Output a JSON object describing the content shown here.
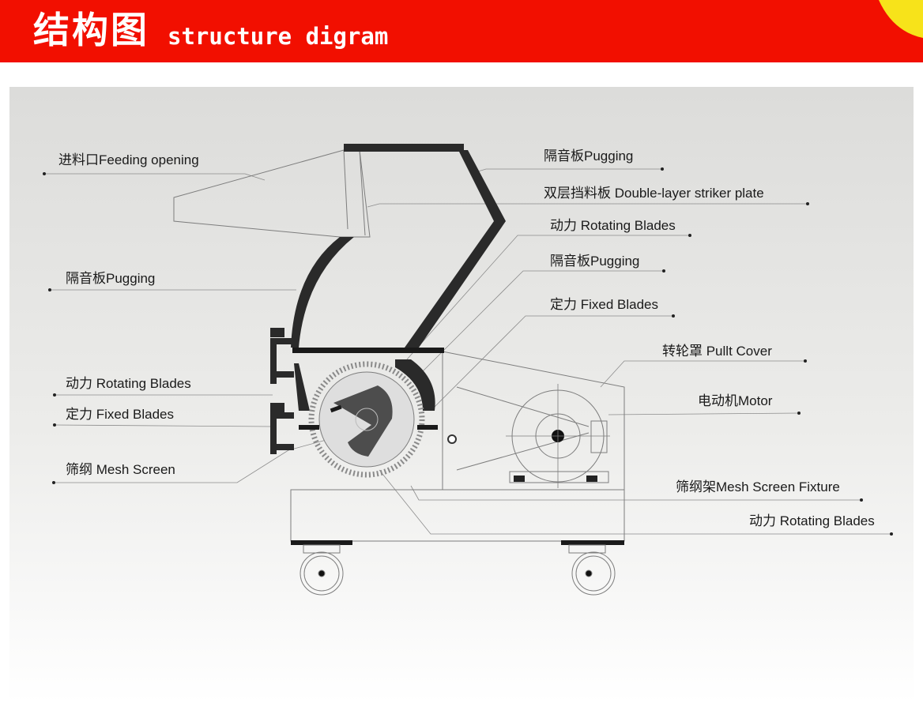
{
  "header": {
    "title_cn": "结构图",
    "title_en": "structure digram",
    "background_color": "#f20f00",
    "corner_color": "#f7e31a"
  },
  "labels": {
    "feeding_opening": "进料口Feeding opening",
    "pugging_top": "隔音板Pugging",
    "double_layer": "双层挡料板 Double-layer striker plate",
    "rotating_blades_top": "动力 Rotating Blades",
    "pugging_mid": "隔音板Pugging",
    "fixed_blades_right": "定力 Fixed Blades",
    "pugging_left": "隔音板Pugging",
    "pullt_cover": "转轮罩 Pullt Cover",
    "motor": "电动机Motor",
    "rotating_blades_left": "动力 Rotating Blades",
    "fixed_blades_left": "定力 Fixed Blades",
    "mesh_screen": "筛纲 Mesh Screen",
    "mesh_screen_fixture": "筛纲架Mesh Screen Fixture",
    "rotating_blades_bottom": "动力 Rotating Blades"
  }
}
